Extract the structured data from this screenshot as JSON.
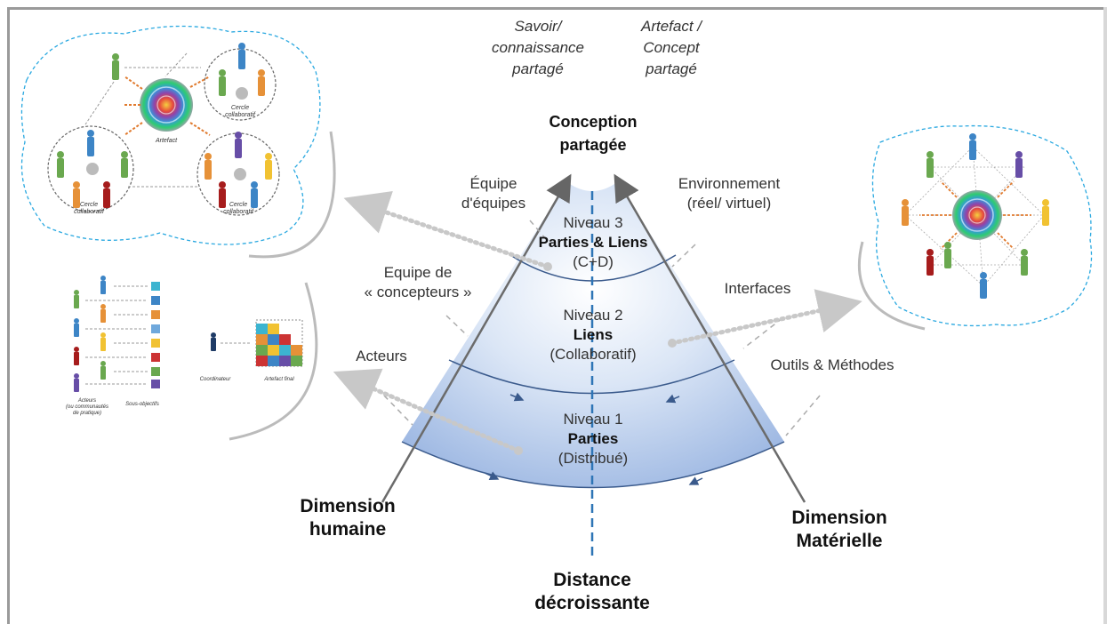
{
  "top_italics": {
    "savoir": [
      "Savoir/",
      "connaissance",
      "partagé"
    ],
    "artefact": [
      "Artefact /",
      "Concept",
      "partagé"
    ]
  },
  "apex_title": [
    "Conception",
    "partagée"
  ],
  "levels": [
    {
      "lines": [
        "Niveau 3",
        "Parties & Liens",
        "(C+D)"
      ],
      "bold_index": 1
    },
    {
      "lines": [
        "Niveau 2",
        "Liens",
        "(Collaboratif)"
      ],
      "bold_index": 1
    },
    {
      "lines": [
        "Niveau 1",
        "Parties",
        "(Distribué)"
      ],
      "bold_index": 1
    }
  ],
  "left_labels": {
    "equipe_equipes": [
      "Équipe",
      "d'équipes"
    ],
    "equipe_concepteurs": [
      "Equipe de",
      "« concepteurs »"
    ],
    "acteurs": "Acteurs"
  },
  "right_labels": {
    "environnement": [
      "Environnement",
      "(réel/ virtuel)"
    ],
    "interfaces": "Interfaces",
    "outils": "Outils & Méthodes"
  },
  "dimensions": {
    "humaine": [
      "Dimension",
      "humaine"
    ],
    "materielle": [
      "Dimension",
      "Matérielle"
    ],
    "distance": [
      "Distance",
      "décroissante"
    ]
  },
  "inset_top_left": {
    "cercle_a": [
      "Cercle",
      "collaboratif"
    ],
    "cercle_b": [
      "Cercle",
      "collaboratif"
    ],
    "cercle_c": [
      "Cercle",
      "collaboratif"
    ],
    "artefact": "Artefact"
  },
  "inset_bottom_left": {
    "acteurs": [
      "Acteurs",
      "(ou communautés",
      "de pratique)"
    ],
    "sous_objectifs": "Sous-objectifs",
    "coordinateur": "Coordinateur",
    "artefact_final": "Artefact final"
  },
  "colors": {
    "cone_blue": "#c5d7f0",
    "band_line": "#3a5a8c",
    "cone_edge": "#6b6b6b",
    "dashed_blue": "#2e75b6",
    "dotted_grey": "#bdbdbd",
    "dashed_cyan": "#29a8e0",
    "orange_arrow": "#e07a2e"
  }
}
